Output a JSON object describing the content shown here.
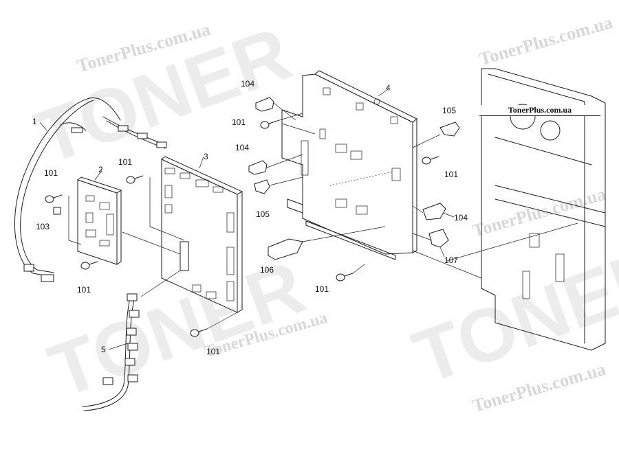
{
  "source_label": "TonerPlus.com.ua",
  "watermarks": {
    "text": "TonerPlus.com.ua",
    "big_text": "TONER"
  },
  "callouts": [
    {
      "id": "c1",
      "text": "1"
    },
    {
      "id": "c2",
      "text": "2"
    },
    {
      "id": "c3",
      "text": "3"
    },
    {
      "id": "c4",
      "text": "4"
    },
    {
      "id": "c5",
      "text": "5"
    },
    {
      "id": "c101a",
      "text": "101"
    },
    {
      "id": "c101b",
      "text": "101"
    },
    {
      "id": "c101c",
      "text": "101"
    },
    {
      "id": "c101d",
      "text": "101"
    },
    {
      "id": "c101e",
      "text": "101"
    },
    {
      "id": "c101f",
      "text": "101"
    },
    {
      "id": "c101g",
      "text": "101"
    },
    {
      "id": "c103",
      "text": "103"
    },
    {
      "id": "c104a",
      "text": "104"
    },
    {
      "id": "c104b",
      "text": "104"
    },
    {
      "id": "c104c",
      "text": "104"
    },
    {
      "id": "c105a",
      "text": "105"
    },
    {
      "id": "c105b",
      "text": "105"
    },
    {
      "id": "c106",
      "text": "106"
    },
    {
      "id": "c107",
      "text": "107"
    }
  ],
  "colors": {
    "line": "#1a1a1a",
    "watermark": "#d8d8d8",
    "background": "#ffffff"
  }
}
